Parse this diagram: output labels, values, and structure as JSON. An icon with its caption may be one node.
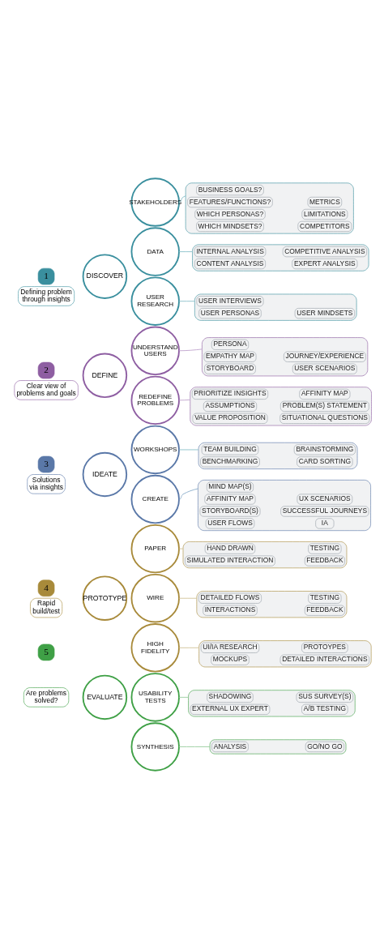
{
  "diagram": {
    "nodes": [
      {
        "text": [
          "1"
        ]
      },
      {
        "text": [
          "Defining problem through insights"
        ]
      },
      {
        "text": [
          "DISCOVER"
        ]
      },
      {
        "text": [
          "STAKEHOLDERS"
        ]
      },
      {
        "text": [
          "DATA"
        ]
      },
      {
        "text": [
          "USER RESEARCH"
        ]
      },
      {
        "text": [],
        "shape": "box"
      },
      {
        "text": [
          "BUSINESS GOALS?"
        ],
        "in": 6
      },
      {
        "text": [
          "FEATURES/FUNCTIONS?"
        ],
        "in": 6
      },
      {
        "text": [
          "METRICS"
        ],
        "in": 6
      },
      {
        "text": [
          "WHICH PERSONAS?"
        ],
        "in": 6
      },
      {
        "text": [
          "LIMITATIONS"
        ],
        "in": 6
      },
      {
        "text": [
          "WHICH MINDSETS?"
        ],
        "in": 6
      },
      {
        "text": [
          "COMPETITORS"
        ],
        "in": 6
      },
      {
        "text": [],
        "shape": "box"
      },
      {
        "text": [
          "INTERNAL ANALYSIS"
        ],
        "in": 14
      },
      {
        "text": [
          "COMPETITIVE ANALYSIS"
        ],
        "in": 14
      },
      {
        "text": [
          "CONTENT ANALYSIS"
        ],
        "in": 14
      },
      {
        "text": [
          "EXPERT ANALYSIS"
        ],
        "in": 14
      },
      {
        "text": [],
        "shape": "box"
      },
      {
        "text": [
          "USER INTERVIEWS"
        ],
        "in": 19
      },
      {
        "text": [
          "USER PERSONAS"
        ],
        "in": 19
      },
      {
        "text": [
          "USER MINDSETS"
        ],
        "in": 19
      },
      {
        "text": [
          "2"
        ]
      },
      {
        "text": [
          "Clear view of problems and goals"
        ]
      },
      {
        "text": [
          "DEFINE"
        ]
      },
      {
        "text": [
          "UNDERSTAND USERS"
        ]
      },
      {
        "text": [
          "REDEFINE PROBLEMS"
        ]
      },
      {
        "text": [],
        "shape": "box"
      },
      {
        "text": [
          "PERSONA"
        ],
        "in": 28
      },
      {
        "text": [
          "EMPATHY MAP"
        ],
        "in": 28
      },
      {
        "text": [
          "JOURNEY/EXPERIENCE"
        ],
        "in": 28
      },
      {
        "text": [
          "STORYBOARD"
        ],
        "in": 28
      },
      {
        "text": [
          "USER SCENARIOS"
        ],
        "in": 28
      },
      {
        "text": [],
        "shape": "box"
      },
      {
        "text": [
          "PRIORITIZE INSIGHTS"
        ],
        "in": 34
      },
      {
        "text": [
          "AFFINITY MAP"
        ],
        "in": 34
      },
      {
        "text": [
          "ASSUMPTIONS"
        ],
        "in": 34
      },
      {
        "text": [
          "PROBLEM(S) STATEMENT"
        ],
        "in": 34
      },
      {
        "text": [
          "VALUE PROPOSITION"
        ],
        "in": 34
      },
      {
        "text": [
          "SITUATIONAL QUESTIONS"
        ],
        "in": 34
      },
      {
        "text": [
          "3"
        ]
      },
      {
        "text": [
          "Solutions via insights"
        ]
      },
      {
        "text": [
          "IDEATE"
        ]
      },
      {
        "text": [
          "WORKSHOPS"
        ]
      },
      {
        "text": [
          "CREATE"
        ]
      },
      {
        "text": [],
        "shape": "box"
      },
      {
        "text": [
          "TEAM BUILDING"
        ],
        "in": 46
      },
      {
        "text": [
          "BRAINSTORMING"
        ],
        "in": 46
      },
      {
        "text": [
          "BENCHMARKING"
        ],
        "in": 46
      },
      {
        "text": [
          "CARD SORTING"
        ],
        "in": 46
      },
      {
        "text": [],
        "shape": "box"
      },
      {
        "text": [
          "MIND MAP(S)"
        ],
        "in": 51
      },
      {
        "text": [
          "AFFINITY MAP"
        ],
        "in": 51
      },
      {
        "text": [
          "UX SCENARIOS"
        ],
        "in": 51
      },
      {
        "text": [
          "STORYBOARD(S)"
        ],
        "in": 51
      },
      {
        "text": [
          "SUCCESSFUL JOURNEYS"
        ],
        "in": 51
      },
      {
        "text": [
          "USER FLOWS"
        ],
        "in": 51
      },
      {
        "text": [
          "IA"
        ],
        "in": 51
      },
      {
        "text": [
          "4"
        ]
      },
      {
        "text": [
          "Rapid build/test"
        ]
      },
      {
        "text": [
          "PROTOTYPE"
        ]
      },
      {
        "text": [
          "PAPER"
        ]
      },
      {
        "text": [
          "WIRE"
        ]
      },
      {
        "text": [
          "HIGH FIDELITY"
        ]
      },
      {
        "text": [],
        "shape": "box"
      },
      {
        "text": [
          "HAND DRAWN"
        ],
        "in": 65
      },
      {
        "text": [
          "TESTING"
        ],
        "in": 65
      },
      {
        "text": [
          "SIMULATED INTERACTION"
        ],
        "in": 65
      },
      {
        "text": [
          "FEEDBACK"
        ],
        "in": 65
      },
      {
        "text": [],
        "shape": "box"
      },
      {
        "text": [
          "DETAILED FLOWS"
        ],
        "in": 70
      },
      {
        "text": [
          "TESTING"
        ],
        "in": 70
      },
      {
        "text": [
          "INTERACTIONS"
        ],
        "in": 70
      },
      {
        "text": [
          "FEEDBACK"
        ],
        "in": 70
      },
      {
        "text": [],
        "shape": "box"
      },
      {
        "text": [
          "UI/IA RESEARCH"
        ],
        "in": 75
      },
      {
        "text": [
          "PROTOYPES"
        ],
        "in": 75
      },
      {
        "text": [
          "MOCKUPS"
        ],
        "in": 75
      },
      {
        "text": [
          "DETAILED INTERACTIONS"
        ],
        "in": 75
      },
      {
        "text": [
          "5"
        ]
      },
      {
        "text": [
          "Are problems solved?"
        ]
      },
      {
        "text": [
          "EVALUATE"
        ]
      },
      {
        "text": [
          "USABILITY TESTS"
        ]
      },
      {
        "text": [
          "SYNTHESIS"
        ]
      },
      {
        "text": [],
        "shape": "box"
      },
      {
        "text": [
          "SHADOWING"
        ],
        "in": 85
      },
      {
        "text": [
          "SUS SURVEY(S)"
        ],
        "in": 85
      },
      {
        "text": [
          "EXTERNAL UX EXPERT"
        ],
        "in": 85
      },
      {
        "text": [
          "A/B TESTING"
        ],
        "in": 85
      },
      {
        "text": [],
        "shape": "box"
      },
      {
        "text": [
          "ANALYSIS"
        ],
        "in": 90
      },
      {
        "text": [
          "GO/NO GO"
        ],
        "in": 90
      }
    ],
    "edges": [
      {
        "from": 3,
        "to": 6,
        "arrow": "none",
        "color": "#8fc3cc"
      },
      {
        "from": 4,
        "to": 14,
        "arrow": "none",
        "color": "#8fc3cc"
      },
      {
        "from": 5,
        "to": 19,
        "arrow": "none",
        "color": "#8fc3cc"
      },
      {
        "from": 26,
        "to": 28,
        "arrow": "none",
        "color": "#c2a6cf"
      },
      {
        "from": 27,
        "to": 34,
        "arrow": "none",
        "color": "#c2a6cf"
      },
      {
        "from": 44,
        "to": 46,
        "arrow": "none",
        "color": "#8fc3cc"
      },
      {
        "from": 45,
        "to": 51,
        "arrow": "none",
        "color": "#8fb0cc"
      },
      {
        "from": 62,
        "to": 65,
        "arrow": "none",
        "color": "#d2c49a"
      },
      {
        "from": 63,
        "to": 70,
        "arrow": "none",
        "color": "#d2c49a"
      },
      {
        "from": 64,
        "to": 75,
        "arrow": "none",
        "color": "#d2c49a"
      },
      {
        "from": 83,
        "to": 85,
        "arrow": "none",
        "color": "#9fd0a3"
      },
      {
        "from": 84,
        "to": 90,
        "arrow": "none",
        "color": "#9fd0a3"
      }
    ]
  }
}
